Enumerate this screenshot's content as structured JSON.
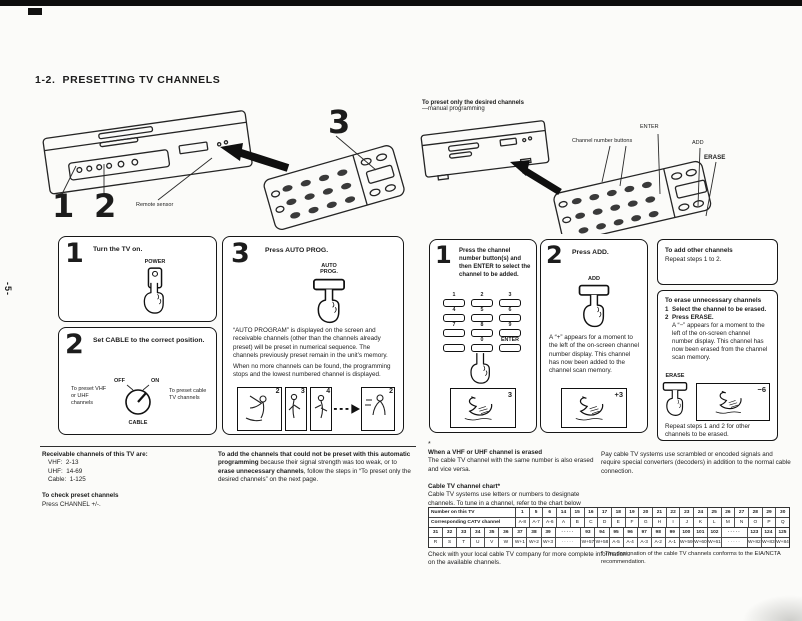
{
  "page": {
    "marker": "-5-",
    "title": "1-2.  PRESETTING TV CHANNELS"
  },
  "figures": {
    "left": {
      "callout_1": "1",
      "callout_2": "2",
      "callout_3": "3",
      "remote_sensor": "Remote sensor"
    },
    "right": {
      "caption_bold": "To preset only the desired channels",
      "caption_plain": "—manual programming",
      "label_enter": "ENTER",
      "label_channel_buttons": "Channel number buttons",
      "label_add": "ADD",
      "label_erase": "ERASE"
    }
  },
  "auto": {
    "step1": {
      "num": "1",
      "title": "Turn the TV on.",
      "button_label": "POWER"
    },
    "step2": {
      "num": "2",
      "title": "Set CABLE to the correct position.",
      "off": "OFF",
      "on": "ON",
      "switch_label": "CABLE",
      "left_label": "To preset VHF or UHF channels",
      "right_label": "To preset cable TV channels"
    },
    "step3": {
      "num": "3",
      "title": "Press AUTO PROG.",
      "button_label_1": "AUTO",
      "button_label_2": "PROG.",
      "body1": "“AUTO PROGRAM” is displayed on the screen and receivable channels (other than the channels already preset) will be preset in numerical sequence. The channels previously preset remain in the unit’s memory.",
      "body2": "When no more channels can be found, the programming stops and the lowest numbered channel is displayed.",
      "frame_numbers": [
        "2",
        "3",
        "4",
        "2"
      ]
    }
  },
  "manual": {
    "step1": {
      "num": "1",
      "title": "Press the channel number button(s) and then ENTER to select the channel to be added.",
      "keys": [
        "1",
        "2",
        "3",
        "4",
        "5",
        "6",
        "7",
        "8",
        "9",
        "",
        "0",
        "ENTER"
      ],
      "screen_channel": "3"
    },
    "step2": {
      "num": "2",
      "title": "Press ADD.",
      "button_label": "ADD",
      "body": "A “+” appears for a moment to the left of the on-screen channel number display. This channel has now been added to the channel scan memory.",
      "screen_channel": "+3"
    },
    "add_more": {
      "title": "To add other channels",
      "body": "Repeat steps 1 to 2."
    },
    "erase": {
      "title": "To erase unnecessary channels",
      "step1_num": "1",
      "step1": "Select the channel to be erased.",
      "step2_num": "2",
      "step2": "Press ERASE.",
      "body": "A “−” appears for a moment to the left of the on-screen channel number display. This channel has now been erased from the channel scan memory.",
      "button_label": "ERASE",
      "screen_channel": "−6",
      "footer": "Repeat steps 1 and 2 for other channels to be erased."
    }
  },
  "footer": {
    "receivable_title": "Receivable channels of this TV are:",
    "receivable": [
      "VHF:  2-13",
      "UHF:  14-69",
      "Cable:  1-125"
    ],
    "check_title": "To check preset channels",
    "check_body": "Press CHANNEL +/-.",
    "add_bold1": "To add the channels that could not be preset with this automatic programming",
    "add_plain1": " because their signal strength was too weak, or to ",
    "add_bold2": "erase unnecessary channels",
    "add_plain2": ", follow the steps in “To preset only the desired channels” on the next page.",
    "asterisk": "*",
    "erased_title": "When a VHF or UHF channel is erased",
    "erased_body": "The cable TV channel with the same number is also erased and vice versa.",
    "chart_title": "Cable TV channel chart*",
    "chart_body": "Cable TV systems use letters or numbers to designate channels. To tune in a channel, refer to the chart below",
    "pay_cable": "Pay cable TV systems use scrambled or encoded signals and require special converters (decoders) in addition to the normal cable connection.",
    "check_local": "Check with your local cable TV company for more complete information on the available channels.",
    "footnote": "* The designation of the cable TV channels conforms to the EIA/NCTA recommendation."
  },
  "catv_table": {
    "row1_header": "Number on this TV",
    "row2_header": "Corresponding CATV channel",
    "row1": [
      "1",
      "5",
      "6",
      "14",
      "15",
      "16",
      "17",
      "18",
      "19",
      "20",
      "21",
      "22",
      "23",
      "24",
      "25",
      "26",
      "27",
      "28",
      "29",
      "30"
    ],
    "row2": [
      "A-8",
      "A-7",
      "A-6",
      "A",
      "B",
      "C",
      "D",
      "E",
      "F",
      "G",
      "H",
      "I",
      "J",
      "K",
      "L",
      "M",
      "N",
      "O",
      "P",
      "Q"
    ],
    "row3": [
      "31",
      "32",
      "33",
      "34",
      "35",
      "36",
      "37",
      "38",
      "39",
      "·····",
      "93",
      "94",
      "95",
      "96",
      "97",
      "98",
      "99",
      "100",
      "101",
      "102",
      "·····",
      "123",
      "124",
      "125"
    ],
    "row4": [
      "R",
      "S",
      "T",
      "U",
      "V",
      "W",
      "W+1",
      "W+2",
      "W+3",
      "·····",
      "W+57",
      "W+58",
      "A-5",
      "A-4",
      "A-3",
      "A-2",
      "A-1",
      "W+59",
      "W+60",
      "W+61",
      "·····",
      "W+82",
      "W+83",
      "W+84"
    ]
  }
}
